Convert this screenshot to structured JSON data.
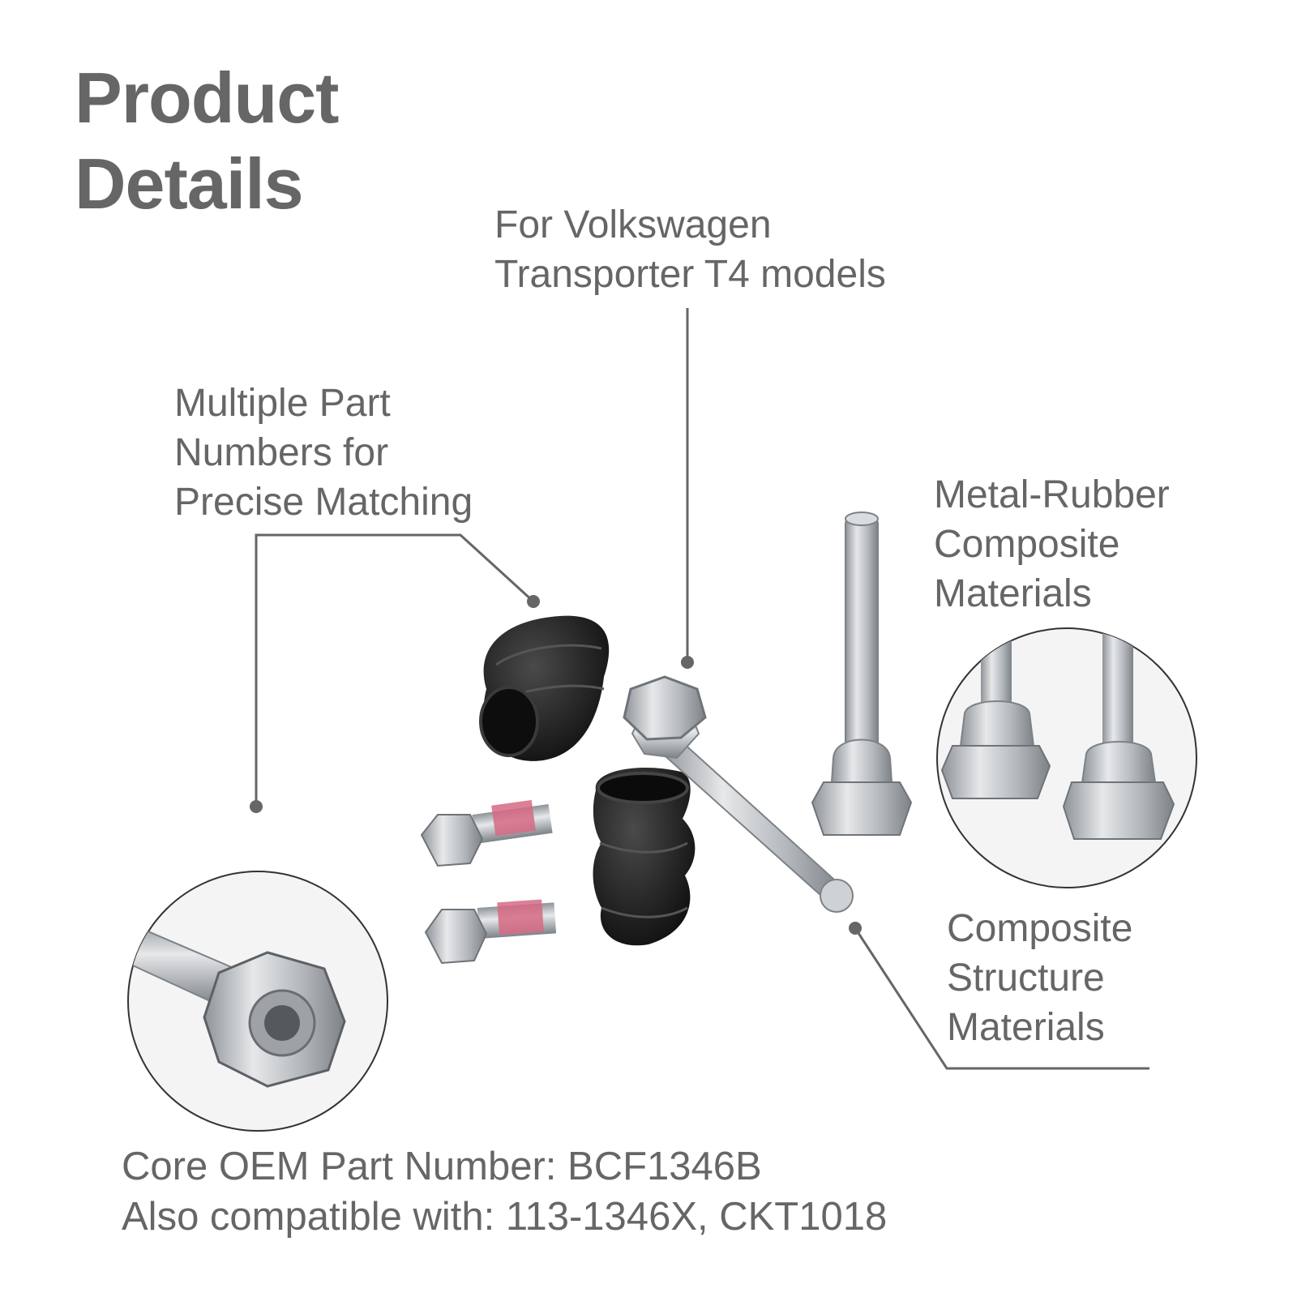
{
  "heading": {
    "line1": "Product",
    "line2": "Details"
  },
  "callouts": {
    "volkswagen": {
      "line1": "For Volkswagen",
      "line2": "Transporter T4 models"
    },
    "part_numbers": {
      "line1": "Multiple Part",
      "line2": "Numbers for",
      "line3": "Precise Matching"
    },
    "metal_rubber": {
      "line1": "Metal-Rubber",
      "line2": "Composite",
      "line3": "Materials"
    },
    "composite_structure": {
      "line1": "Composite",
      "line2": "Structure",
      "line3": "Materials"
    }
  },
  "footer": {
    "oem_line": "Core OEM Part Number: BCF1346B",
    "compat_line": "Also compatible with: 113-1346X, CKT1018"
  },
  "colors": {
    "text": "#666666",
    "leader_line": "#666666",
    "rubber": "#1c1c1c",
    "metal": "#b8bcc0",
    "thread_lock": "#d66a85"
  }
}
